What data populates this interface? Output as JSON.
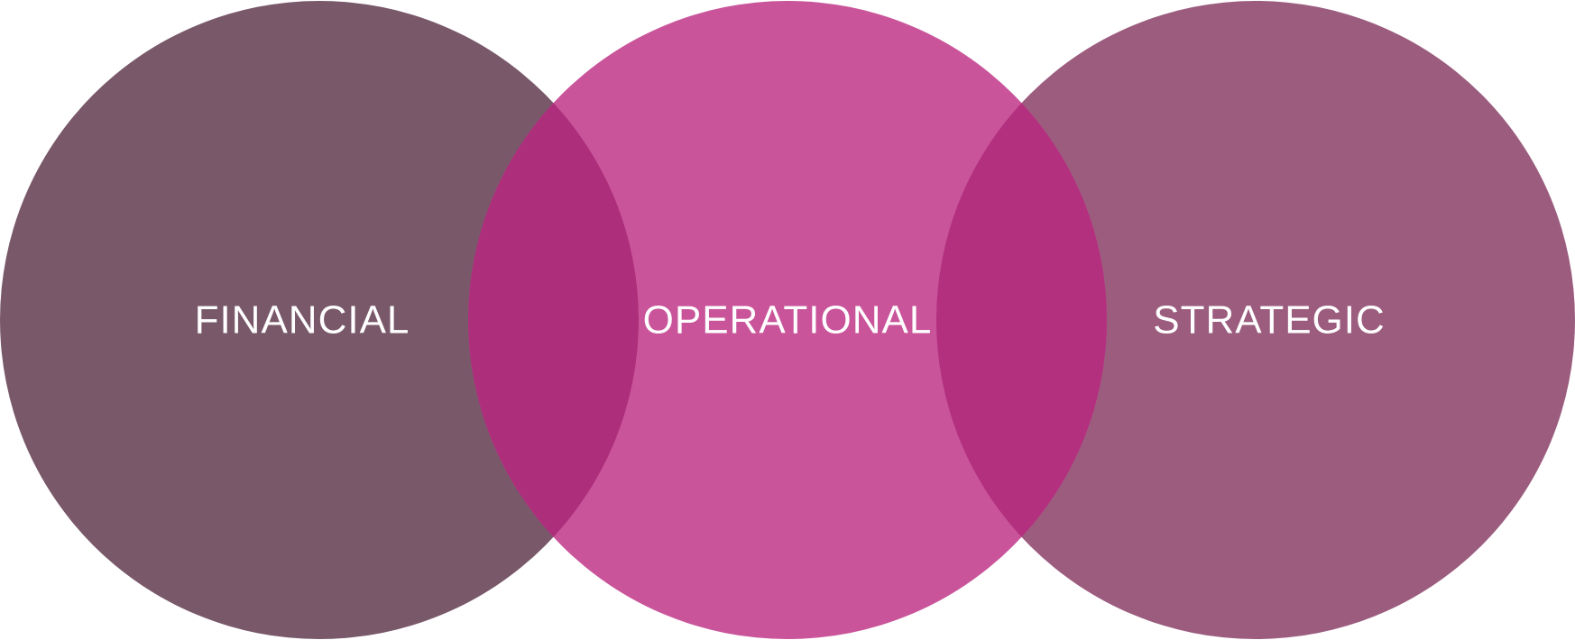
{
  "diagram": {
    "type": "venn",
    "sets": [
      {
        "label": "FINANCIAL",
        "color": "#785869"
      },
      {
        "label": "OPERATIONAL",
        "color": "#C9549A"
      },
      {
        "label": "STRATEGIC",
        "color": "#9B5C7E"
      }
    ],
    "overlaps": [
      {
        "between": [
          "FINANCIAL",
          "OPERATIONAL"
        ],
        "color": "#AD2F7C"
      },
      {
        "between": [
          "OPERATIONAL",
          "STRATEGIC"
        ],
        "color": "#B3307F"
      }
    ],
    "label_color": "#FFFFFF"
  }
}
